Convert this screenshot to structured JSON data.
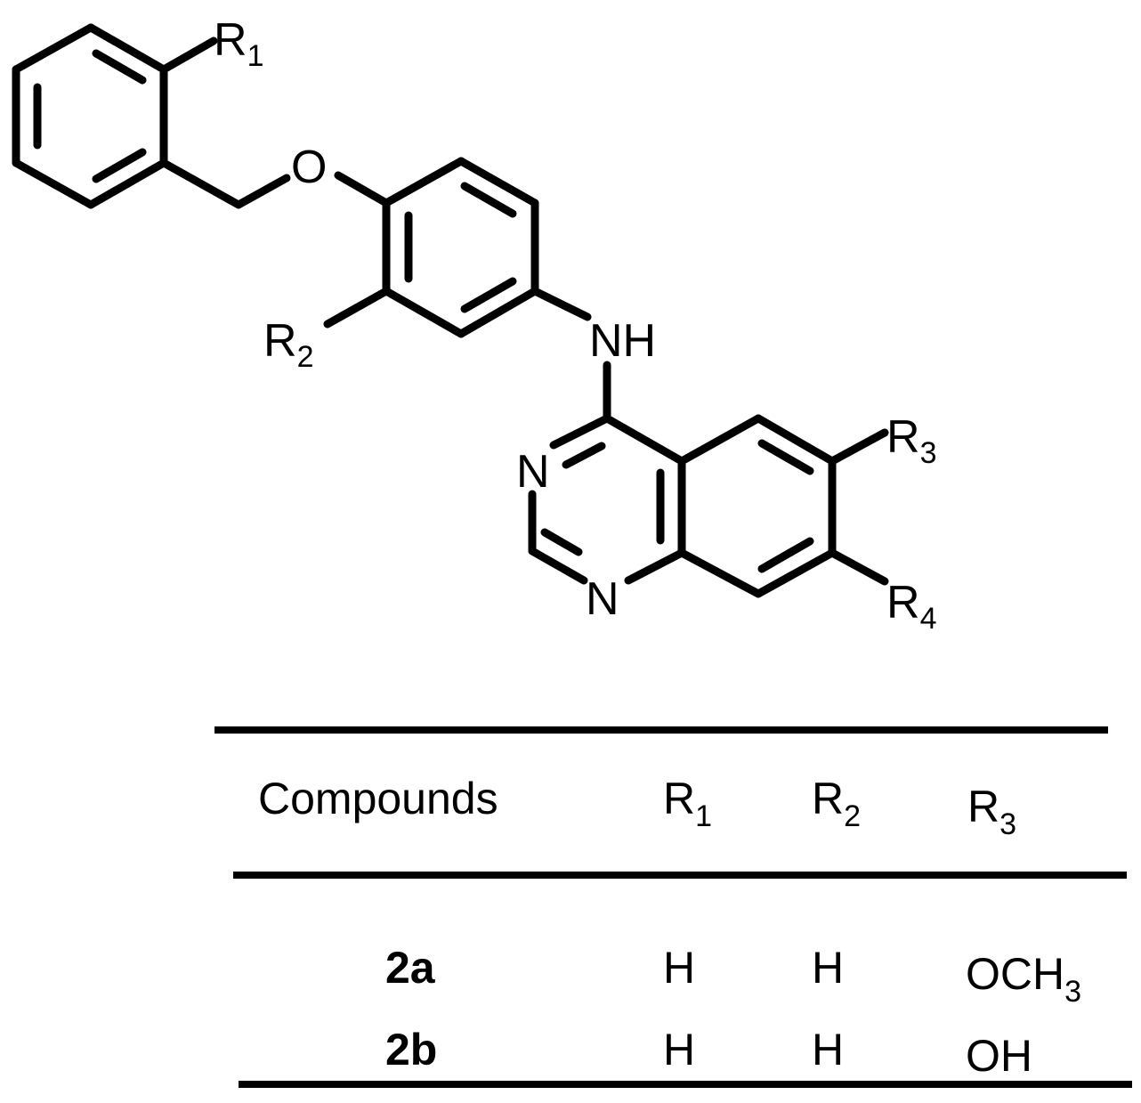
{
  "structure": {
    "substituents": {
      "r1": {
        "base": "R",
        "sub": "1"
      },
      "r2": {
        "base": "R",
        "sub": "2"
      },
      "r3": {
        "base": "R",
        "sub": "3"
      },
      "r4": {
        "base": "R",
        "sub": "4"
      }
    },
    "heteroatoms": {
      "ether_oxygen": "O",
      "amine": "NH",
      "n3": "N",
      "n1": "N"
    }
  },
  "table": {
    "headers": {
      "compounds": "Compounds",
      "r1": {
        "base": "R",
        "sub": "1"
      },
      "r2": {
        "base": "R",
        "sub": "2"
      },
      "r3": {
        "base": "R",
        "sub": "3"
      }
    },
    "rows": [
      {
        "compound": "2a",
        "r1": "H",
        "r2": "H",
        "r3": {
          "base": "OCH",
          "sub": "3"
        }
      },
      {
        "compound": "2b",
        "r1": "H",
        "r2": "H",
        "r3": {
          "base": "OH",
          "sub": ""
        }
      }
    ]
  }
}
